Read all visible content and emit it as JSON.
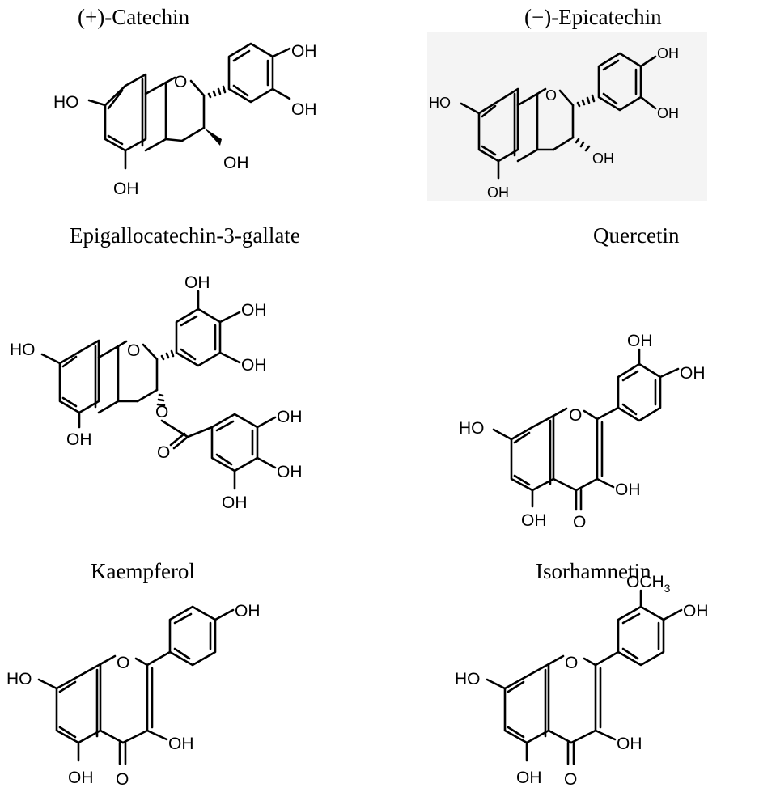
{
  "compounds": [
    {
      "name": "(+)-Catechin"
    },
    {
      "name": "(−)-Epicatechin"
    },
    {
      "name": "Epigallocatechin-3-gallate"
    },
    {
      "name": "Quercetin"
    },
    {
      "name": "Kaempferol"
    },
    {
      "name": "Isorhamnetin"
    }
  ],
  "labels": {
    "oh": "OH",
    "ho": "HO",
    "o": "O",
    "och3": "OCH",
    "och3_sub": "3"
  }
}
